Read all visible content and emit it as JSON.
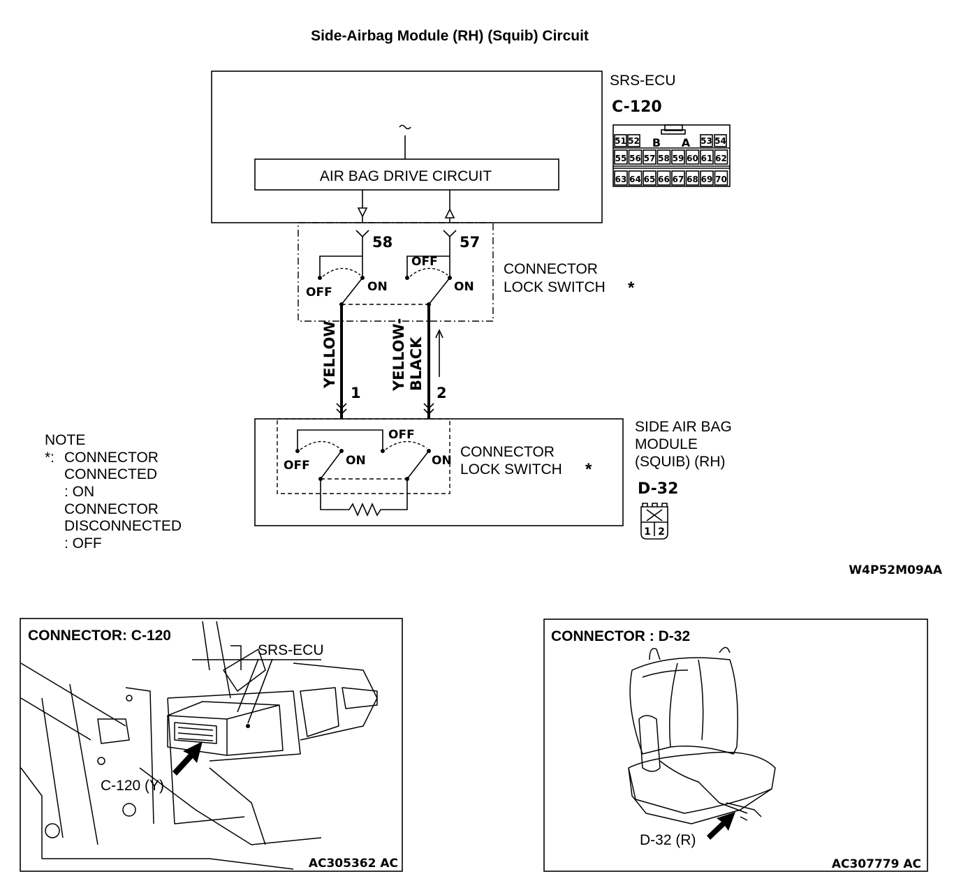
{
  "title": "Side-Airbag Module (RH) (Squib) Circuit",
  "ecu": {
    "name": "SRS-ECU",
    "connector": "C-120",
    "drive_circuit": "AIR BAG DRIVE CIRCUIT",
    "pin_a": "58",
    "pin_b": "57",
    "connector_pins_row1": [
      "51",
      "52",
      "53",
      "54"
    ],
    "connector_letters": [
      "B",
      "A"
    ],
    "connector_pins_row2": [
      "55",
      "56",
      "57",
      "58",
      "59",
      "60",
      "61",
      "62"
    ],
    "connector_pins_row3": [
      "63",
      "64",
      "65",
      "66",
      "67",
      "68",
      "69",
      "70"
    ]
  },
  "switch_upper": {
    "label_line1": "CONNECTOR",
    "label_line2": "LOCK SWITCH",
    "asterisk": "*",
    "off_left": "OFF",
    "on_left": "ON",
    "off_right": "OFF",
    "on_right": "ON"
  },
  "wires": {
    "wire1_color": "YELLOW",
    "wire2_color_line1": "YELLOW-",
    "wire2_color_line2": "BLACK",
    "pin1": "1",
    "pin2": "2"
  },
  "module": {
    "name_line1": "SIDE AIR BAG",
    "name_line2": "MODULE",
    "name_line3": "(SQUIB) (RH)",
    "connector": "D-32",
    "pins": [
      "1",
      "2"
    ],
    "switch_label_line1": "CONNECTOR",
    "switch_label_line2": "LOCK SWITCH",
    "asterisk": "*",
    "off_left": "OFF",
    "on_left": "ON",
    "off_right": "OFF",
    "on_right": "ON"
  },
  "note": {
    "heading": "NOTE",
    "marker": "*:",
    "lines": [
      "CONNECTOR",
      "CONNECTED",
      ": ON",
      "CONNECTOR",
      "DISCONNECTED",
      ": OFF"
    ]
  },
  "diagram_code": "W4P52M09AA",
  "panel_left": {
    "title": "CONNECTOR: C-120",
    "callout_ecu": "SRS-ECU",
    "callout_connector": "C-120 (Y)",
    "code": "AC305362 AC"
  },
  "panel_right": {
    "title": "CONNECTOR : D-32",
    "callout_connector": "D-32 (R)",
    "code": "AC307779 AC"
  }
}
